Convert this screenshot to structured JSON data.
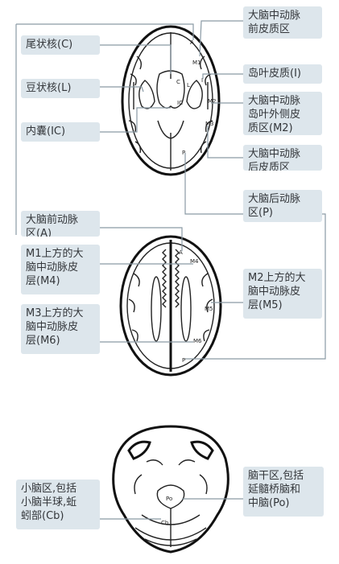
{
  "labels": {
    "caudate": "尾状核(C)",
    "lentiform": "豆状核(L)",
    "internal_capsule": "内囊(IC)",
    "mca_anterior": "大脑中动脉\n前皮质区",
    "insula": "岛叶皮质(I)",
    "mca_insular_lateral": "大脑中动脉\n岛叶外侧皮\n质区(M2)",
    "mca_posterior": "大脑中动脉\n后皮质区",
    "aca": "大脑前动脉\n区(A)",
    "pca": "大脑后动脉\n区(P)",
    "m4": "M1上方的大\n脑中动脉皮\n层(M4)",
    "m5": "M2上方的大\n脑中动脉皮\n层(M5)",
    "m6": "M3上方的大\n脑中动脉皮\n层(M6)",
    "cerebellum": "小脑区,包括\n小脑半球,蚯\n蚓部(Cb)",
    "brainstem": "脑干区,包括\n延髓桥脑和\n中脑(Po)"
  },
  "brain_tags": {
    "a1": "A",
    "m1": "M1",
    "i": "I",
    "l": "L",
    "c": "C",
    "ic": "IC",
    "m2": "M2",
    "m3": "M3",
    "p1": "P",
    "a2": "A",
    "m4": "M4",
    "m5": "M5",
    "m6": "M6",
    "p2": "P",
    "po": "Po",
    "cb": "Cb"
  }
}
